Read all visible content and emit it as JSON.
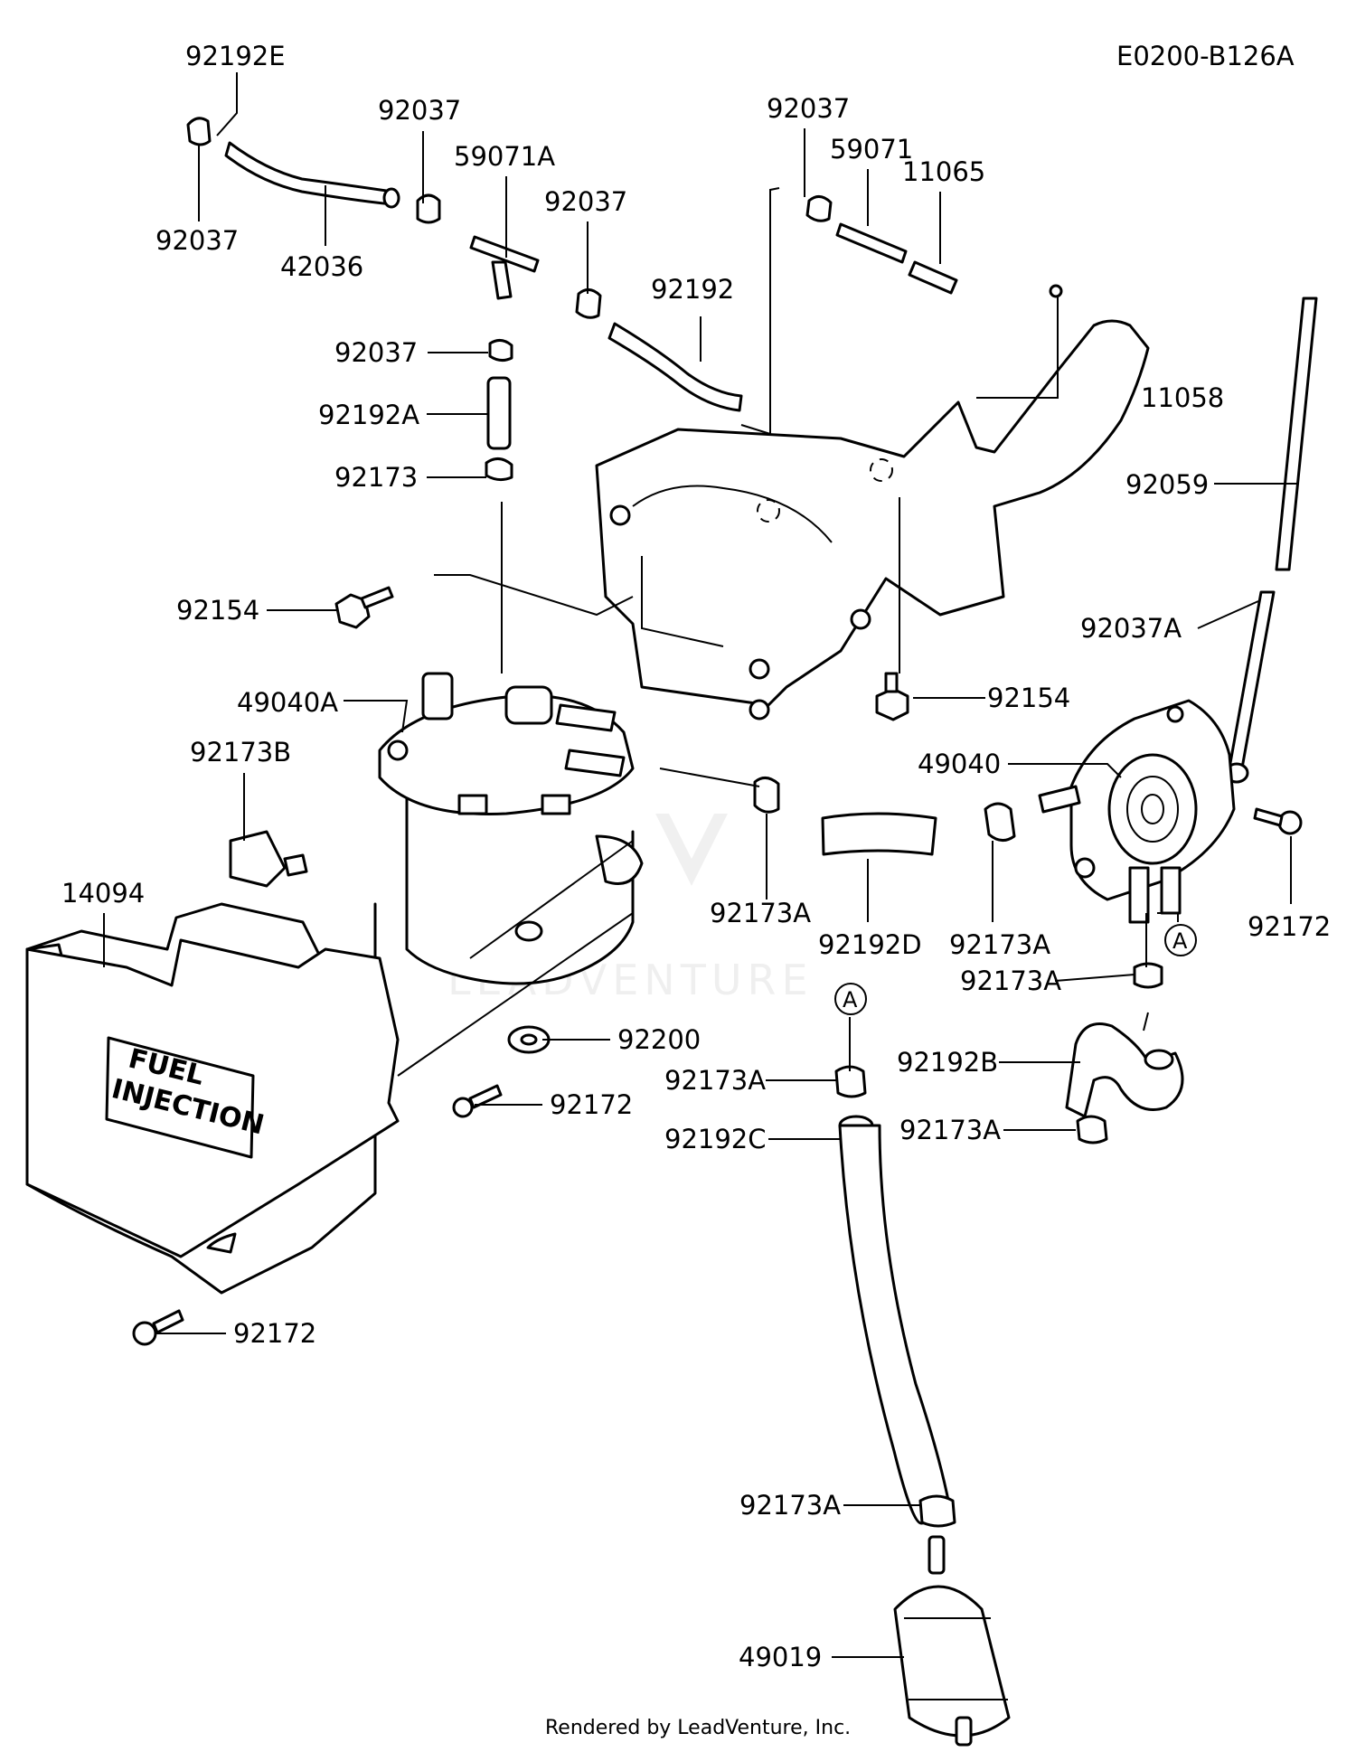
{
  "diagram_code": "E0200-B126A",
  "footer": "Rendered by LeadVenture, Inc.",
  "watermark": "LEADVENTURE",
  "cover_logo": [
    "FUEL",
    "INJECTION"
  ],
  "callout_marker": "A",
  "labels": {
    "p92192E": "92192E",
    "p92037_a": "92037",
    "p92037_b": "92037",
    "p92037_c": "92037",
    "p92037_d": "92037",
    "p92037_e": "92037",
    "p42036": "42036",
    "p59071A": "59071A",
    "p59071": "59071",
    "p11065": "11065",
    "p92192": "92192",
    "p92192A": "92192A",
    "p92173": "92173",
    "p11058": "11058",
    "p92059": "92059",
    "p92154_a": "92154",
    "p92154_b": "92154",
    "p92037A": "92037A",
    "p49040A": "49040A",
    "p92173B": "92173B",
    "p49040": "49040",
    "p14094": "14094",
    "p92173A_a": "92173A",
    "p92192D": "92192D",
    "p92173A_b": "92173A",
    "p92172_a": "92172",
    "p92173A_c": "92173A",
    "p92200": "92200",
    "p92173A_d": "92173A",
    "p92192B": "92192B",
    "p92172_b": "92172",
    "p92192C": "92192C",
    "p92173A_e": "92173A",
    "p92172_c": "92172",
    "p92173A_f": "92173A",
    "p49019": "49019"
  }
}
